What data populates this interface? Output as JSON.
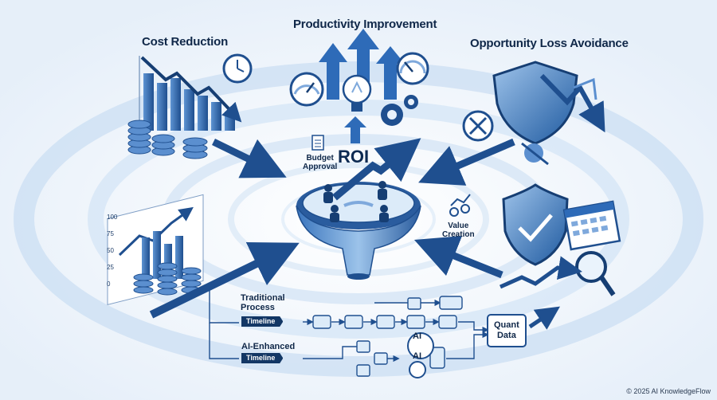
{
  "headings": {
    "cost": "Cost Reduction",
    "productivity": "Productivity Improvement",
    "opportunity": "Opportunity Loss Avoidance"
  },
  "center": {
    "roi": "ROI",
    "budget_line1": "Budget",
    "budget_line2": "Approval",
    "value_line1": "Value",
    "value_line2": "Creation"
  },
  "process": {
    "traditional_line1": "Traditional",
    "traditional_line2": "Process",
    "timeline_label": "Timeline",
    "ai_enhanced": "AI-Enhanced",
    "ai_timeline_label": "Timeline",
    "ai_node1": "AI",
    "ai_node2": "AI",
    "quant_line1": "Quant",
    "quant_line2": "Data"
  },
  "chart_ticks": [
    "100",
    "75",
    "50",
    "25",
    "0"
  ],
  "footer": {
    "copyright": "© 2025 AI KnowledgeFlow"
  },
  "colors": {
    "primary": "#2e6bb8",
    "dark": "#133765",
    "light": "#cfe1f4"
  }
}
